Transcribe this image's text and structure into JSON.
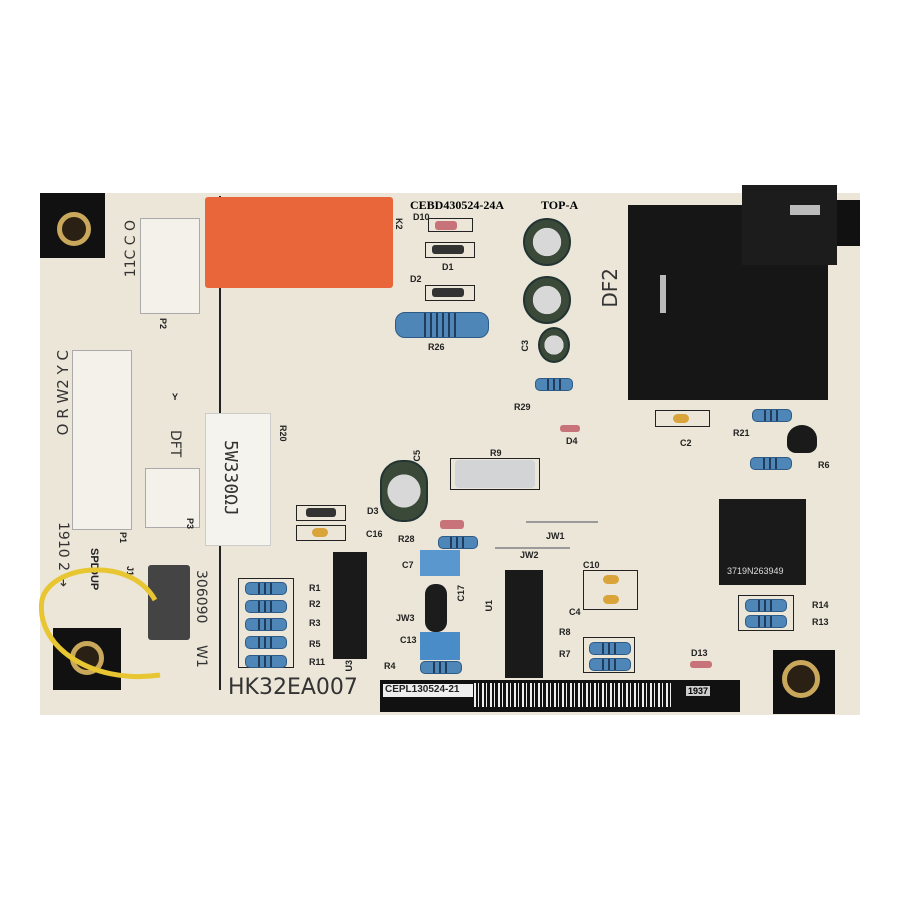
{
  "colors": {
    "board": "#ebe6d8",
    "mask": "#111111",
    "relay": "#e8663a",
    "resistor": "#4f86b8",
    "wire": "#e8c631"
  },
  "silkscreen": {
    "board_code": "CEBD430524-24A",
    "top": "TOP-A",
    "model": "HK32EA007",
    "barcode_label": "CEPL130524-21",
    "date_code": "1937",
    "chip_code": "3719N263949",
    "resistor_rating": "5W330ΩJ",
    "df": "DF2",
    "side_code": "306090",
    "w1": "W1",
    "arrow": "1910 2 →",
    "p2_pins": "11C C O",
    "p1_pins": "O R W2 Y C",
    "dft": "DFT",
    "spd": "SPD",
    "dup": "DUP",
    "k2": "K2",
    "d10": "D10",
    "d1": "D1",
    "d2": "D2",
    "r26": "R26",
    "c3": "C3",
    "r29": "R29",
    "d4": "D4",
    "c2": "C2",
    "r21": "R21",
    "r6": "R6",
    "r20": "R20",
    "c5": "C5",
    "r9": "R9",
    "d3": "D3",
    "c16": "C16",
    "r28": "R28",
    "jw1": "JW1",
    "jw2": "JW2",
    "c7": "C7",
    "c17": "C17",
    "jw3": "JW3",
    "c13": "C13",
    "r4": "R4",
    "r1": "R1",
    "r2": "R2",
    "r3": "R3",
    "r5": "R5",
    "r11": "R11",
    "u3": "U3",
    "u1": "U1",
    "c10": "C10",
    "c4": "C4",
    "r8": "R8",
    "r7": "R7",
    "d13": "D13",
    "r14": "R14",
    "r13": "R13",
    "p1": "P1",
    "p2": "P2",
    "p3": "P3",
    "j1": "J1",
    "y": "Y"
  }
}
